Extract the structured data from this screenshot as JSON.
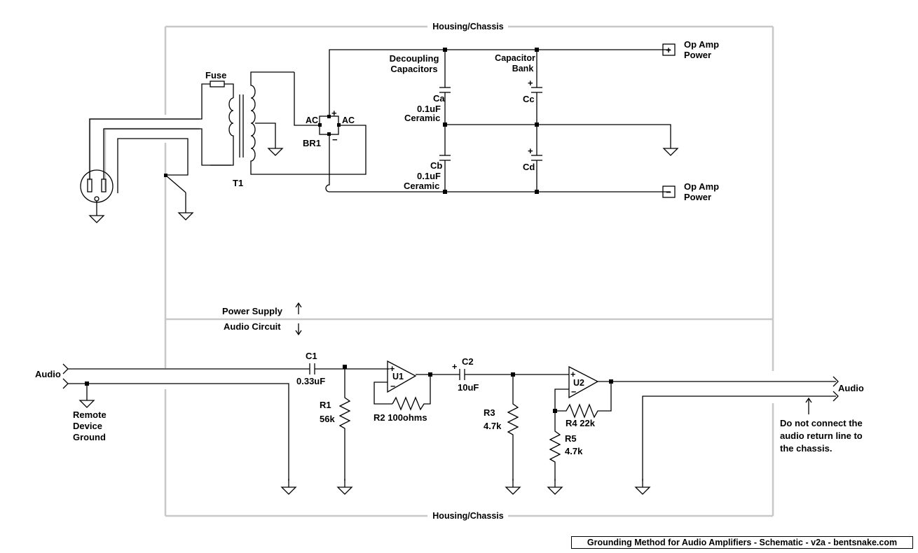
{
  "chassis_label_top": "Housing/Chassis",
  "chassis_label_bottom": "Housing/Chassis",
  "fuse": "Fuse",
  "transformer": "T1",
  "bridge": "BR1",
  "ac_left": "AC",
  "ac_right": "AC",
  "plus_sign": "+",
  "minus_sign": "−",
  "decoupling_line1": "Decoupling",
  "decoupling_line2": "Capacitors",
  "bank_line1": "Capacitor",
  "bank_line2": "Bank",
  "ca_name": "Ca",
  "ca_value": "0.1uF",
  "ca_type": "Ceramic",
  "cb_name": "Cb",
  "cb_value": "0.1uF",
  "cb_type": "Ceramic",
  "cc_name": "Cc",
  "cd_name": "Cd",
  "opamp_pos_line1": "Op Amp",
  "opamp_pos_line2": "Power",
  "opamp_neg_line1": "Op Amp",
  "opamp_neg_line2": "Power",
  "section_top": "Power Supply",
  "section_bottom": "Audio Circuit",
  "audio_in": "Audio",
  "audio_out": "Audio",
  "remote_line1": "Remote",
  "remote_line2": "Device",
  "remote_line3": "Ground",
  "c1_name": "C1",
  "c1_value": "0.33uF",
  "r1_name": "R1",
  "r1_value": "56k",
  "u1": "U1",
  "r2_label": "R2 100ohms",
  "c2_name": "C2",
  "c2_value": "10uF",
  "r3_name": "R3",
  "r3_value": "4.7k",
  "u2": "U2",
  "r4_label": "R4  22k",
  "r5_name": "R5",
  "r5_value": "4.7k",
  "note_line1": "Do not connect the",
  "note_line2": "audio return line to",
  "note_line3": "the chassis.",
  "title": "Grounding Method for Audio Amplifiers - Schematic - v2a - bentsnake.com",
  "colors": {
    "ink": "#000000",
    "chassis": "#c8c8c8",
    "background": "#ffffff"
  }
}
